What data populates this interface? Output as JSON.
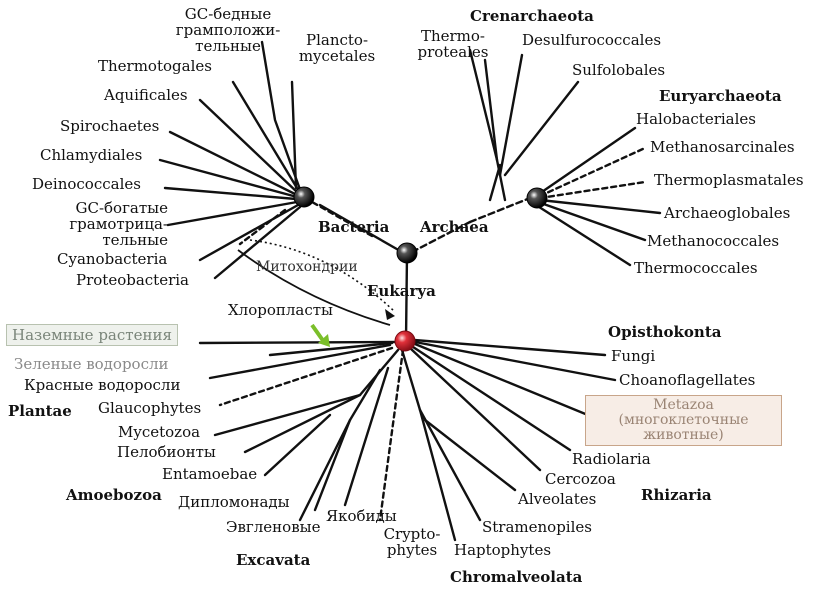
{
  "groups": {
    "bacteria": "Bacteria",
    "archaea": "Archaea",
    "eukarya": "Eukarya",
    "crenarchaeota": "Crenarchaeota",
    "euryarchaeota": "Euryarchaeota",
    "opisthokonta": "Opisthokonta",
    "plantae": "Plantae",
    "amoebozoa": "Amoebozoa",
    "rhizaria": "Rhizaria",
    "excavata": "Excavata",
    "chromalveolata": "Chromalveolata"
  },
  "bacteria_taxa": {
    "gc_poor": [
      "GC-бедные",
      "грамположи-",
      "тельные"
    ],
    "planctomycetales": [
      "Plancto-",
      "mycetales"
    ],
    "thermotogales": "Thermotogales",
    "aquificales": "Aquificales",
    "spirochaetes": "Spirochaetes",
    "chlamydiales": "Chlamydiales",
    "deinococcales": "Deinococcales",
    "gc_rich": [
      "GC-богатые",
      "грамотрица-",
      "тельные"
    ],
    "cyanobacteria": "Cyanobacteria",
    "proteobacteria": "Proteobacteria"
  },
  "archaea_taxa": {
    "thermoproteales": [
      "Thermo-",
      "proteales"
    ],
    "desulfurococcales": "Desulfurococcales",
    "sulfolobales": "Sulfolobales",
    "halobacteriales": "Halobacteriales",
    "methanosarcinales": "Methanosarcinales",
    "thermoplasmatales": "Thermoplasmatales",
    "archaeoglobales": "Archaeoglobales",
    "methanococcales": "Methanococcales",
    "thermococcales": "Thermococcales"
  },
  "endosymbiosis": {
    "mitochondria": "Митохондрии",
    "chloroplasts": "Хлоропласты"
  },
  "eukarya_taxa": {
    "land_plants": "Наземные растения",
    "green_algae": "Зеленые водоросли",
    "red_algae": "Красные водоросли",
    "glaucophytes": "Glaucophytes",
    "mycetozoa": "Mycetozoa",
    "pelobionts": "Пелобионты",
    "entamoebae": "Entamoebae",
    "diplomonads": "Дипломонады",
    "euglenoids": "Эвгленовые",
    "jakobids": "Якобиды",
    "cryptophytes": [
      "Crypto-",
      "phytes"
    ],
    "haptophytes": "Haptophytes",
    "stramenopiles": "Stramenopiles",
    "alveolates": "Alveolates",
    "cercozoa": "Cercozoa",
    "radiolaria": "Radiolaria",
    "fungi": "Fungi",
    "choanoflagellates": "Choanoflagellates",
    "metazoa": [
      "Metazoa",
      "(многоклеточные",
      "животные)"
    ]
  },
  "colors": {
    "branch": "#111111",
    "root_node": "#e0303a",
    "green_arrow": "#7bbf2a",
    "land_plants_box": "#eef1ec",
    "metazoa_box": "#f7ede6"
  }
}
